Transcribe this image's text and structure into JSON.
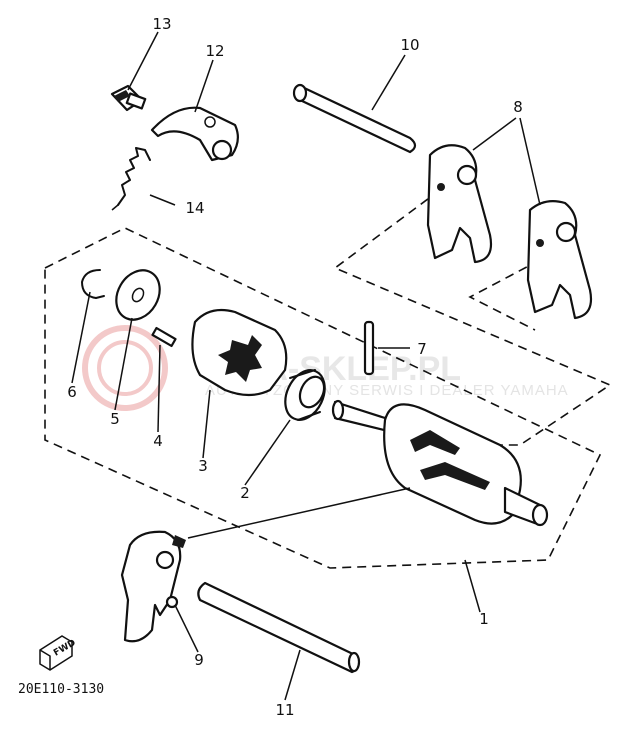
{
  "diagram": {
    "drawing_code": "20E110-3130",
    "fwd_badge": "FWD",
    "watermark": {
      "text": "MA-SKLEP.PL",
      "subtext": "AUTORYZOWANY SERWIS I DEALER YAMAHA"
    },
    "callouts": [
      {
        "id": "1",
        "label": "1"
      },
      {
        "id": "2",
        "label": "2"
      },
      {
        "id": "3",
        "label": "3"
      },
      {
        "id": "4",
        "label": "4"
      },
      {
        "id": "5",
        "label": "5"
      },
      {
        "id": "6",
        "label": "6"
      },
      {
        "id": "7",
        "label": "7"
      },
      {
        "id": "8",
        "label": "8"
      },
      {
        "id": "9",
        "label": "9"
      },
      {
        "id": "10",
        "label": "10"
      },
      {
        "id": "11",
        "label": "11"
      },
      {
        "id": "12",
        "label": "12"
      },
      {
        "id": "13",
        "label": "13"
      },
      {
        "id": "14",
        "label": "14"
      }
    ]
  }
}
